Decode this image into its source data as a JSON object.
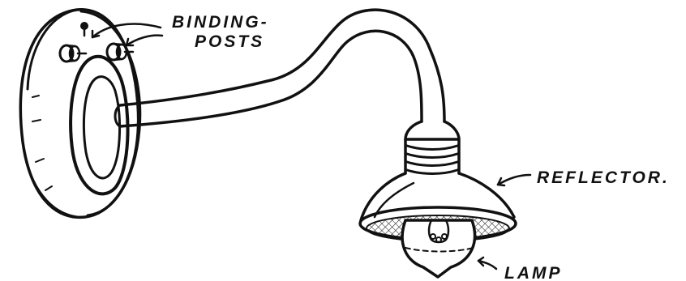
{
  "labels": {
    "binding_line1": "BINDING-",
    "binding_line2": "POSTS",
    "reflector": "REFLECTOR.",
    "lamp": "LAMP"
  },
  "colors": {
    "ink": "#111111",
    "paper": "#ffffff"
  }
}
